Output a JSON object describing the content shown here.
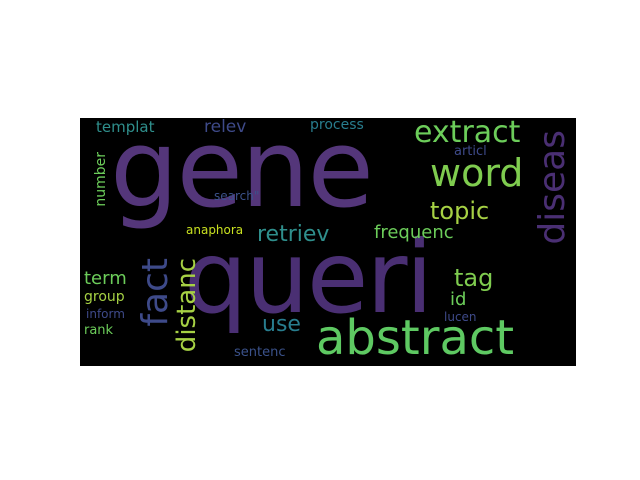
{
  "palette": {
    "purple": "#54367a",
    "purple2": "#4a2f73",
    "green": "#5ec962",
    "lime": "#a6d144",
    "teal": "#2f8f8c",
    "teal2": "#287d8e",
    "blue": "#3b528b",
    "slate": "#3e4a89",
    "yellow": "#c8e020",
    "background": "#000000"
  },
  "words": {
    "gene": "gene",
    "queri": "queri",
    "abstract": "abstract",
    "diseas": "diseas",
    "word": "word",
    "extract": "extract",
    "fact": "fact",
    "distanc": "distanc",
    "retriev": "retriev",
    "topic": "topic",
    "tag": "tag",
    "id": "id",
    "use": "use",
    "term": "term",
    "frequenc": "frequenc",
    "relev": "relev",
    "templat": "templat",
    "process": "process",
    "articl": "articl",
    "search": "search\"",
    "anaphora": "anaphora",
    "number": "number",
    "group": "group",
    "inform": "inform",
    "rank": "rank",
    "lucen": "lucen",
    "sentenc": "sentenc"
  }
}
